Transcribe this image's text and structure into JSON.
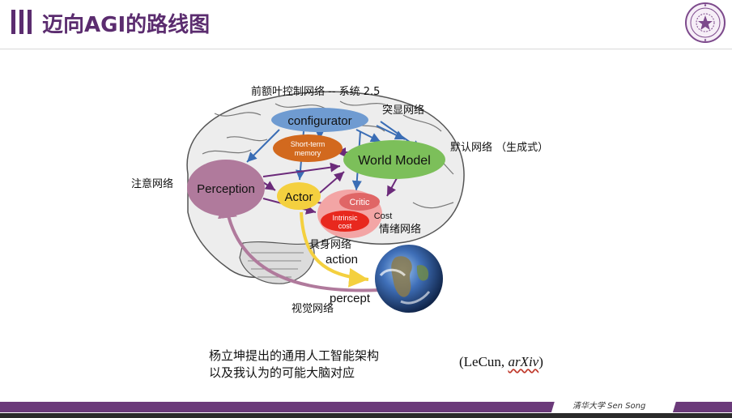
{
  "header": {
    "title": "迈向AGI的路线图",
    "accent_color": "#5b2c6f"
  },
  "diagram": {
    "labels": {
      "prefrontal": "前额叶控制网络 -- 系统 2.5",
      "salience": "突显网络",
      "default_mode": "默认网络 （生成式）",
      "attention": "注意网络",
      "emotion": "情绪网络",
      "embodied": "具身网络",
      "visual": "视觉网络"
    },
    "modules": {
      "configurator": "configurator",
      "short_term_1": "Short-term",
      "short_term_2": "memory",
      "world_model": "World Model",
      "perception": "Perception",
      "actor": "Actor",
      "critic": "Critic",
      "cost": "Cost",
      "intrinsic_1": "Intrinsic",
      "intrinsic_2": "cost"
    },
    "flows": {
      "action": "action",
      "percept": "percept"
    }
  },
  "caption": {
    "line1": "杨立坤提出的通用人工智能架构",
    "line2": "以及我认为的可能大脑对应"
  },
  "citation": {
    "prefix": "(LeCun, ",
    "venue": "arXiv",
    "suffix": ")"
  },
  "footer": {
    "text": "清华大学  Sen Song"
  },
  "colors": {
    "configurator": "#6f9bd1",
    "short_term_memory": "#d2691e",
    "world_model": "#7cbf5a",
    "perception": "#b07a9c",
    "actor": "#f4d03f",
    "cost": "#f3a5a5",
    "critic": "#e06666",
    "intrinsic_cost": "#e8281e",
    "arrow_blue": "#3a6db5",
    "arrow_purple": "#6b2a7a",
    "footer_bar": "#6b3a7a"
  }
}
